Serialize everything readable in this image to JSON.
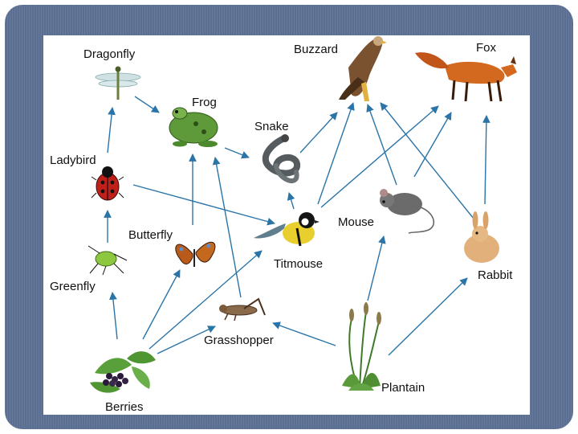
{
  "colors": {
    "frame": "#5b6f92",
    "canvas": "#ffffff",
    "arrow": "#2a74a8",
    "label": "#111111"
  },
  "organisms": {
    "dragonfly": "Dragonfly",
    "frog": "Frog",
    "buzzard": "Buzzard",
    "fox": "Fox",
    "snake": "Snake",
    "ladybird": "Ladybird",
    "butterfly": "Butterfly",
    "titmouse": "Titmouse",
    "mouse": "Mouse",
    "rabbit": "Rabbit",
    "greenfly": "Greenfly",
    "grasshopper": "Grasshopper",
    "berries": "Berries",
    "plantain": "Plantain"
  },
  "feeding_links": [
    [
      "berries",
      "greenfly"
    ],
    [
      "berries",
      "butterfly"
    ],
    [
      "berries",
      "titmouse"
    ],
    [
      "berries",
      "grasshopper"
    ],
    [
      "plantain",
      "grasshopper"
    ],
    [
      "plantain",
      "mouse"
    ],
    [
      "plantain",
      "rabbit"
    ],
    [
      "greenfly",
      "ladybird"
    ],
    [
      "ladybird",
      "dragonfly"
    ],
    [
      "ladybird",
      "titmouse"
    ],
    [
      "dragonfly",
      "frog"
    ],
    [
      "butterfly",
      "frog"
    ],
    [
      "grasshopper",
      "frog"
    ],
    [
      "frog",
      "snake"
    ],
    [
      "titmouse",
      "snake"
    ],
    [
      "snake",
      "buzzard"
    ],
    [
      "titmouse",
      "buzzard"
    ],
    [
      "titmouse",
      "fox"
    ],
    [
      "mouse",
      "buzzard"
    ],
    [
      "mouse",
      "fox"
    ],
    [
      "rabbit",
      "buzzard"
    ],
    [
      "rabbit",
      "fox"
    ]
  ]
}
